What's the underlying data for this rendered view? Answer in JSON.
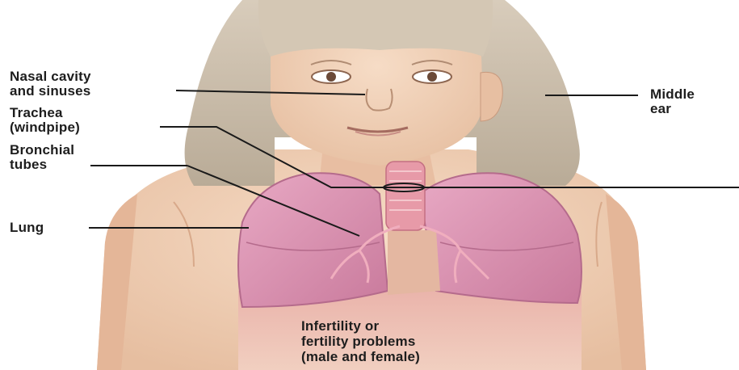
{
  "labels": {
    "nasal_line1": "Nasal cavity",
    "nasal_line2": "and sinuses",
    "trachea_line1": "Trachea",
    "trachea_line2": "(windpipe)",
    "bronchial_line1": "Bronchial",
    "bronchial_line2": "tubes",
    "lung": "Lung",
    "middle_ear_line1": "Middle",
    "middle_ear_line2": "ear",
    "fertility_line1": "Infertility or",
    "fertility_line2": "fertility problems",
    "fertility_line3": "(male and female)"
  },
  "colors": {
    "skin": "#f1cfb6",
    "hair": "#c9bcaa",
    "lung": "#d98fb0",
    "trachea": "#e79aa8",
    "leader_line": "#1a1a1a"
  }
}
